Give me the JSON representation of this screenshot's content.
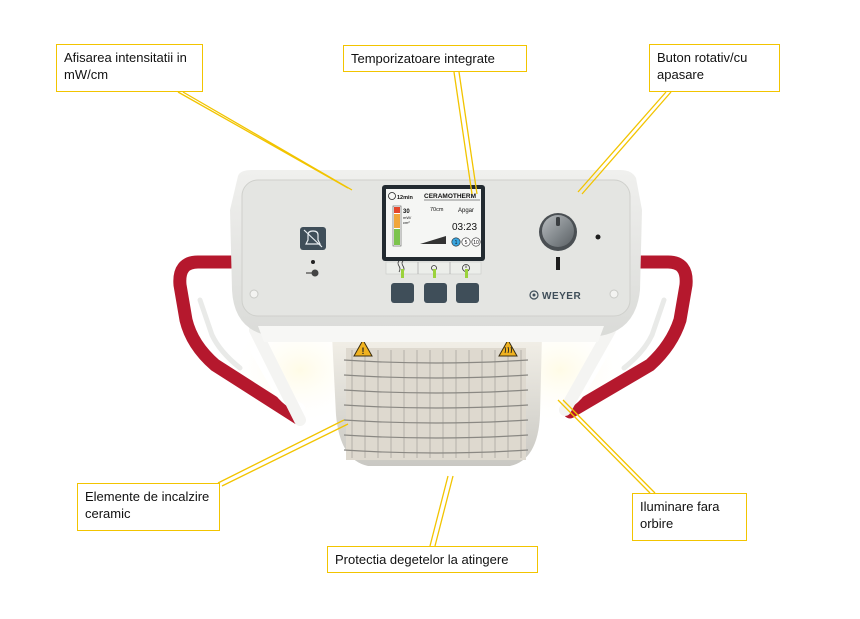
{
  "callouts": {
    "intensity_display": "Afisarea intensitatii in mW/cm",
    "timers": "Temporizatoare integrate",
    "rotary_button": "Buton rotativ/cu apasare",
    "heating_elements": "Elemente de incalzire ceramic",
    "finger_protection": "Protectia degetelor la atingere",
    "glare_free_light": "Iluminare fara orbire"
  },
  "screen": {
    "timer_left": "12min",
    "brand": "CERAMOTHERM",
    "distance": "70cm",
    "mode": "Apgar",
    "time": "03:23",
    "intensity_value": "30",
    "intensity_unit_1": "mW/",
    "intensity_unit_2": "cm²",
    "timer_options": [
      "1",
      "5",
      "10"
    ]
  },
  "logo": "WEYER",
  "colors": {
    "callout_border": "#f2c400",
    "leader_line": "#f2c400",
    "handle": "#b5182d",
    "body": "#e9eae8",
    "panel": "#e2e3e0",
    "button": "#3f4e59",
    "led": "#9bd23c"
  }
}
